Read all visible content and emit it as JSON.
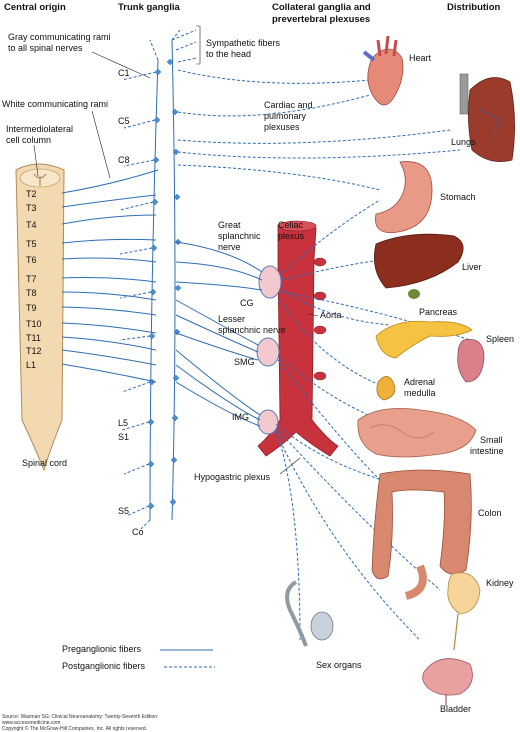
{
  "headers": {
    "central_origin": "Central origin",
    "trunk_ganglia": "Trunk ganglia",
    "collateral_line1": "Collateral ganglia and",
    "collateral_line2": "prevertebral plexuses",
    "distribution": "Distribution"
  },
  "left_labels": {
    "gray_rami_1": "Gray communicating rami",
    "gray_rami_2": "to all spinal nerves",
    "white_rami": "White communicating rami",
    "intermedio_1": "Intermediolateral",
    "intermedio_2": "cell column",
    "spinal_cord": "Spinal cord"
  },
  "cord_segments": [
    "T2",
    "T3",
    "T4",
    "T5",
    "T6",
    "T7",
    "T8",
    "T9",
    "T10",
    "T11",
    "T12",
    "L1"
  ],
  "trunk_levels": [
    "C1",
    "C5",
    "C8",
    "L5",
    "S1",
    "S5",
    "Co"
  ],
  "center_labels": {
    "symp_head_1": "Sympathetic fibers",
    "symp_head_2": "to the head",
    "cardiac_1": "Cardiac and",
    "cardiac_2": "pulmonary",
    "cardiac_3": "plexuses",
    "great_1": "Great",
    "great_2": "splanchnic",
    "great_3": "nerve",
    "celiac_1": "Celiac",
    "celiac_2": "plexus",
    "cg": "CG",
    "aorta": "Aorta",
    "lesser_1": "Lesser",
    "lesser_2": "splanchnic nerve",
    "smg": "SMG",
    "img": "IMG",
    "hypogastric": "Hypogastric plexus"
  },
  "organs": {
    "heart": "Heart",
    "lungs": "Lungs",
    "stomach": "Stomach",
    "liver": "Liver",
    "pancreas": "Pancreas",
    "spleen": "Spleen",
    "adrenal_1": "Adrenal",
    "adrenal_2": "medulla",
    "small_int_1": "Small",
    "small_int_2": "intestine",
    "colon": "Colon",
    "kidney": "Kidney",
    "sex_organs": "Sex organs",
    "bladder": "Bladder"
  },
  "legend": {
    "pre": "Preganglionic fibers",
    "post": "Postganglionic fibers"
  },
  "source": {
    "line1": "Source: Waxman SG: Clinical Neuroanatomy: Twenty-Seventh Edition:",
    "line2": "www.accessmedicine.com",
    "line3": "Copyright © The McGraw-Hill Companies, Inc. All rights reserved."
  },
  "colors": {
    "fiber": "#2f6db5",
    "cord": "#f2d9b0",
    "aorta": "#c8323c",
    "organ_pink": "#e8a08c",
    "liver": "#8b2e1e",
    "pancreas": "#f5c242"
  }
}
